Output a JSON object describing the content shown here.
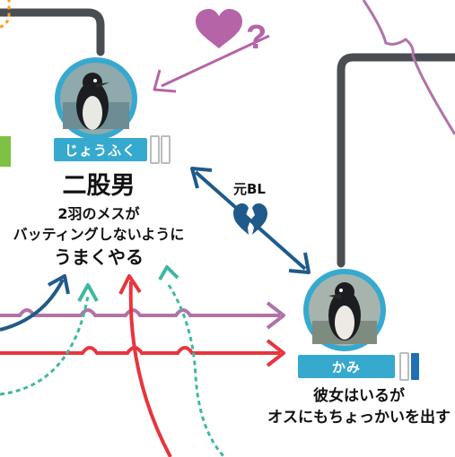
{
  "colors": {
    "teal_ring": "#36a9cf",
    "name_tag": "#36a9cf",
    "purple_line": "#b073a8",
    "red_line": "#e8353d",
    "navy_arrow": "#1f5a8a",
    "dark_line": "#4a4d52",
    "green_dash": "#3fb8a0",
    "heart_purple": "#b565a7",
    "left_green": "#7dc242",
    "bubble_outline": "#b8bbbe",
    "bubble_fill_blue": "#1f6fb5"
  },
  "question_label": {
    "heart": "♥",
    "mark": "?"
  },
  "ex_bl_label": {
    "text": "元BL",
    "icon": "broken-heart-icon"
  },
  "nodes": [
    {
      "id": "joufuku",
      "name": "じょうふく",
      "title": "二股男",
      "desc_lines": [
        "2羽のメスが",
        "バッティングしないように"
      ],
      "desc_emph": "うまくやる"
    },
    {
      "id": "kami",
      "name": "かみ",
      "desc_lines": [
        "彼女はいるが",
        "オスにもちょっかいを出す"
      ]
    }
  ]
}
